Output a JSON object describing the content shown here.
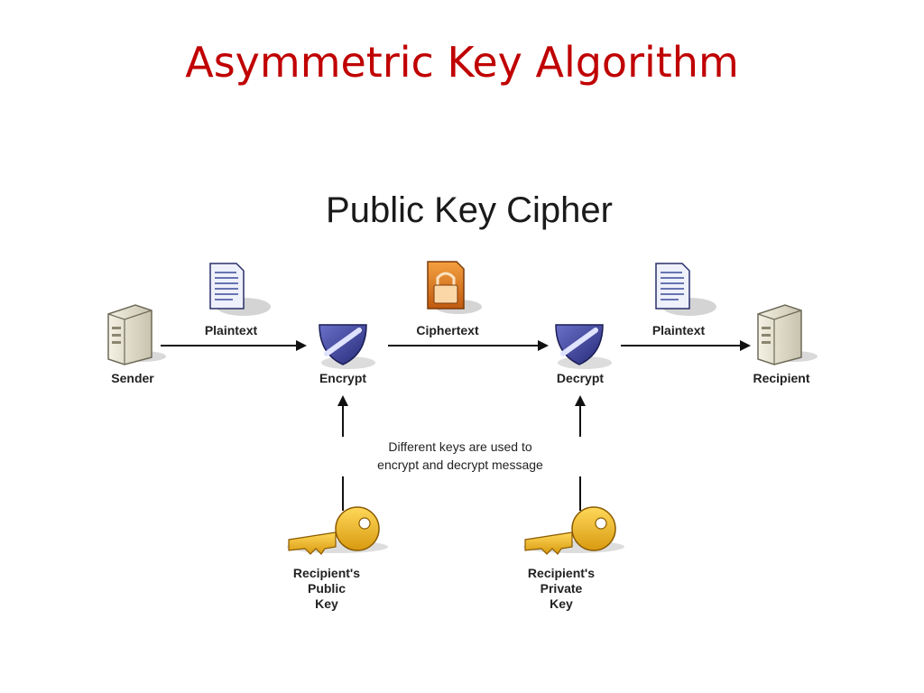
{
  "slide": {
    "title": "Asymmetric Key Algorithm"
  },
  "diagram": {
    "heading": "Public Key Cipher",
    "nodes": {
      "sender": "Sender",
      "encrypt": "Encrypt",
      "decrypt": "Decrypt",
      "recipient": "Recipient"
    },
    "edges": {
      "plaintext_in": "Plaintext",
      "ciphertext": "Ciphertext",
      "plaintext_out": "Plaintext"
    },
    "note": {
      "line1": "Different keys are used to",
      "line2": "encrypt and decrypt message"
    },
    "keys": {
      "public": {
        "line1": "Recipient's",
        "line2": "Public",
        "line3": "Key"
      },
      "private": {
        "line1": "Recipient's",
        "line2": "Private",
        "line3": "Key"
      }
    },
    "icons": [
      "server-icon",
      "document-icon",
      "shield-icon",
      "padlock-document-icon",
      "key-icon"
    ],
    "colors": {
      "title": "#c00000",
      "key": "#e8b020",
      "shield": "#3a3f9a",
      "padlock": "#e07a1a"
    }
  }
}
